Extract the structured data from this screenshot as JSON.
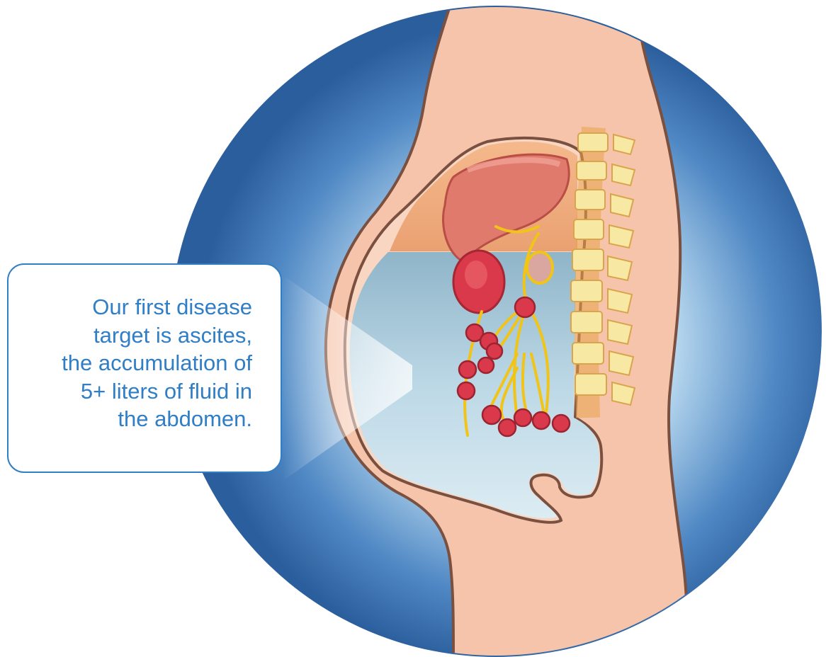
{
  "callout": {
    "lines": [
      "Our first disease",
      "target is ascites,",
      "the accumulation of",
      "5+ liters of fluid in",
      "the abdomen."
    ]
  },
  "colors": {
    "circle_dark": "#2b5e9c",
    "circle_light": "#d8ecf8",
    "skin": "#f6c4aa",
    "skin_outline": "#7a5040",
    "fluid": "#c9e1ec",
    "liver": "#e07a6c",
    "vessels": "#f0c418",
    "nodes": "#d9394a",
    "spine": "#f7e8a4",
    "text_accent": "#2f7ec6"
  },
  "icons": [
    "abdomen-cross-section-illustration"
  ]
}
